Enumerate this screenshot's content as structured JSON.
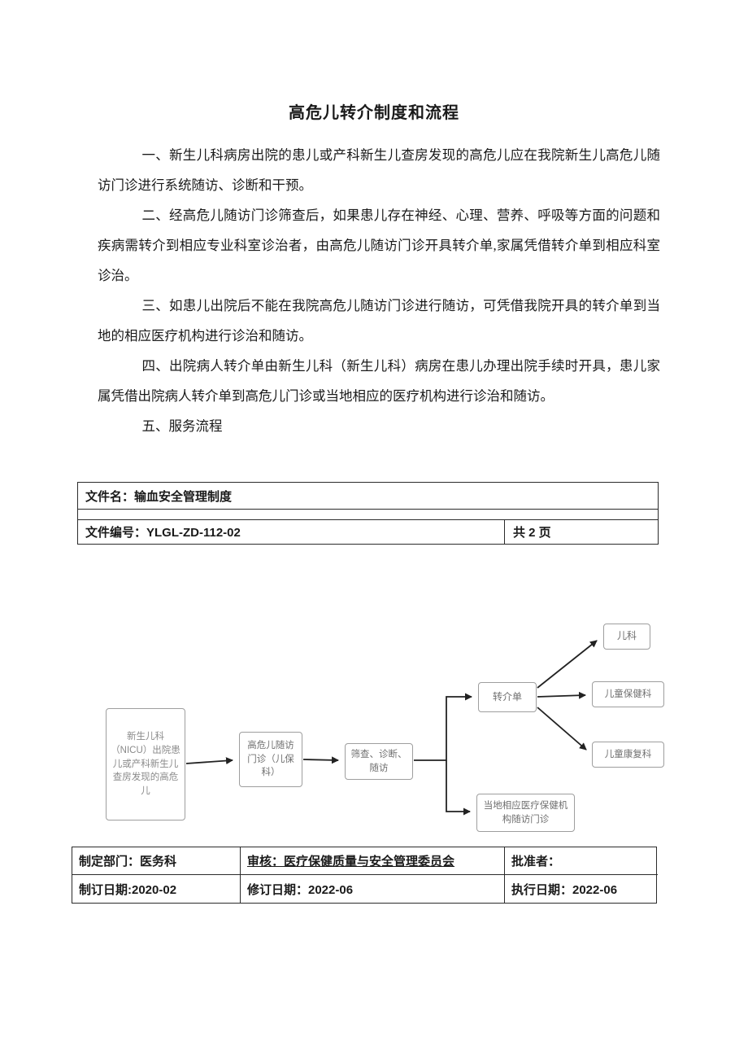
{
  "page": {
    "title": "高危儿转介制度和流程"
  },
  "paragraphs": [
    "一、新生儿科病房出院的患儿或产科新生儿查房发现的高危儿应在我院新生儿高危儿随访门诊进行系统随访、诊断和干预。",
    "二、经高危儿随访门诊筛查后，如果患儿存在神经、心理、营养、呼吸等方面的问题和疾病需转介到相应专业科室诊治者，由高危儿随访门诊开具转介单,家属凭借转介单到相应科室诊治。",
    "三、如患儿出院后不能在我院高危儿随访门诊进行随访，可凭借我院开具的转介单到当地的相应医疗机构进行诊治和随访。",
    "四、出院病人转介单由新生儿科（新生儿科）病房在患儿办理出院手续时开具，患儿家属凭借出院病人转介单到高危儿门诊或当地相应的医疗机构进行诊治和随访。",
    "五、服务流程"
  ],
  "doc_table": {
    "file_name": "文件名：输血安全管理制度",
    "file_no": "文件编号：YLGL-ZD-112-02",
    "pages": "共 2 页"
  },
  "flowchart": {
    "nodes": {
      "source": "新生儿科（NICU）出院患儿或产科新生儿查房发现的高危儿",
      "clinic": "高危儿随访门诊（儿保科）",
      "screening": "筛查、诊断、随访",
      "referral": "转介单",
      "pediatrics": "儿科",
      "child_health": "儿童保健科",
      "child_rehab": "儿童康复科",
      "local": "当地相应医疗保健机构随访门诊"
    }
  },
  "footer_table": {
    "rows": [
      [
        "制定部门：医务科",
        "审核：医疗保健质量与安全管理委员会",
        "批准者："
      ],
      [
        "制订日期:2020-02",
        "修订日期：2022-06",
        "执行日期：2022-06"
      ]
    ]
  }
}
